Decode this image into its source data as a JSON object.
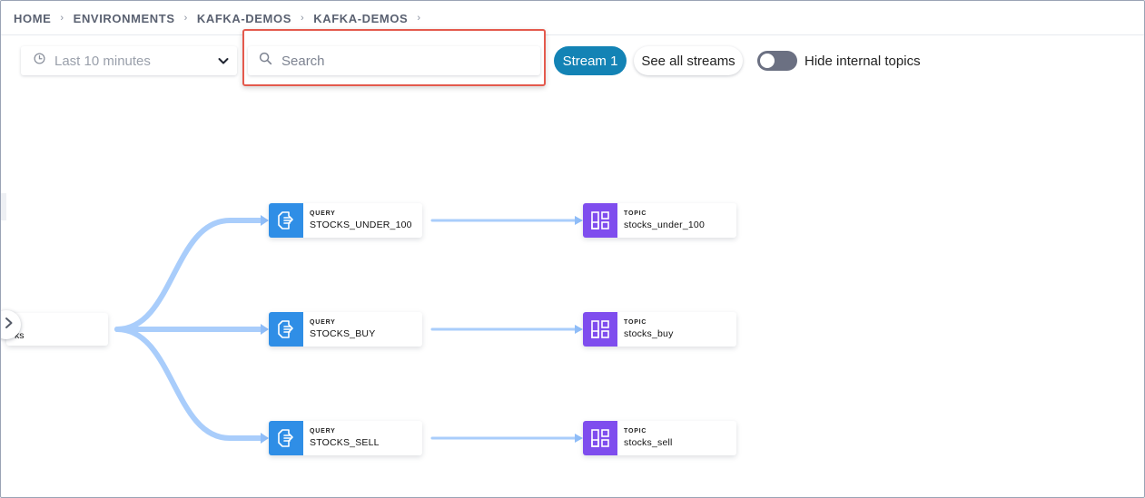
{
  "breadcrumb": {
    "items": [
      "HOME",
      "ENVIRONMENTS",
      "KAFKA-DEMOS",
      "KAFKA-DEMOS"
    ],
    "separator": "›"
  },
  "toolbar": {
    "time_range": {
      "value": "Last 10 minutes",
      "icon": "clock-icon"
    },
    "search": {
      "placeholder": "Search",
      "value": ""
    },
    "stream_button": "Stream 1",
    "see_all_button": "See all streams",
    "hide_internal": {
      "label": "Hide internal topics",
      "enabled": false
    }
  },
  "graph": {
    "source": {
      "name_fragment": "ks"
    },
    "queries": [
      {
        "kind": "QUERY",
        "name": "STOCKS_UNDER_100",
        "icon": "query-icon"
      },
      {
        "kind": "QUERY",
        "name": "STOCKS_BUY",
        "icon": "query-icon"
      },
      {
        "kind": "QUERY",
        "name": "STOCKS_SELL",
        "icon": "query-icon"
      }
    ],
    "topics": [
      {
        "kind": "TOPIC",
        "name": "stocks_under_100",
        "icon": "topic-icon"
      },
      {
        "kind": "TOPIC",
        "name": "stocks_buy",
        "icon": "topic-icon"
      },
      {
        "kind": "TOPIC",
        "name": "stocks_sell",
        "icon": "topic-icon"
      }
    ]
  },
  "colors": {
    "primary": "#1383b5",
    "query": "#2f8ee6",
    "topic": "#7f4dee",
    "edge": "#a9cdfb",
    "highlight": "#e45a4d"
  }
}
